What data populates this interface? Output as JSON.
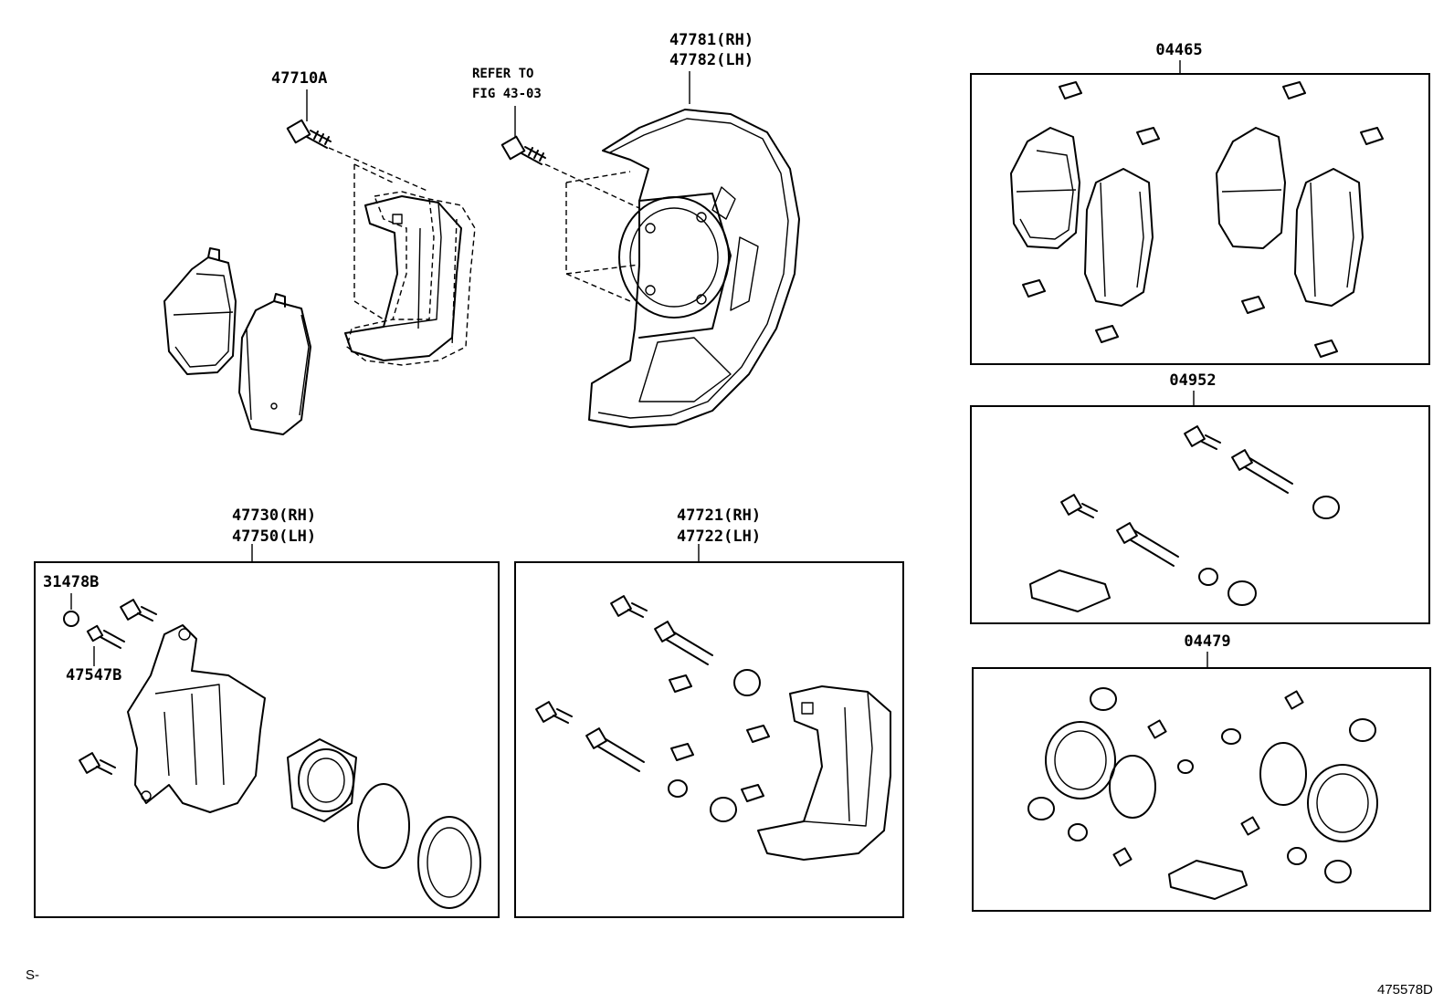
{
  "labels": {
    "p47710a": "47710A",
    "refer_line1": "REFER TO",
    "refer_line2": "FIG 43-03",
    "p47781": "47781(RH)",
    "p47782": "47782(LH)",
    "p04465": "04465",
    "p04952": "04952",
    "p04479": "04479",
    "p47730": "47730(RH)",
    "p47750": "47750(LH)",
    "p31478b": "31478B",
    "p47547b": "47547B",
    "p47721": "47721(RH)",
    "p47722": "47722(LH)"
  },
  "footer": {
    "left": "S-",
    "right": "475578D"
  }
}
